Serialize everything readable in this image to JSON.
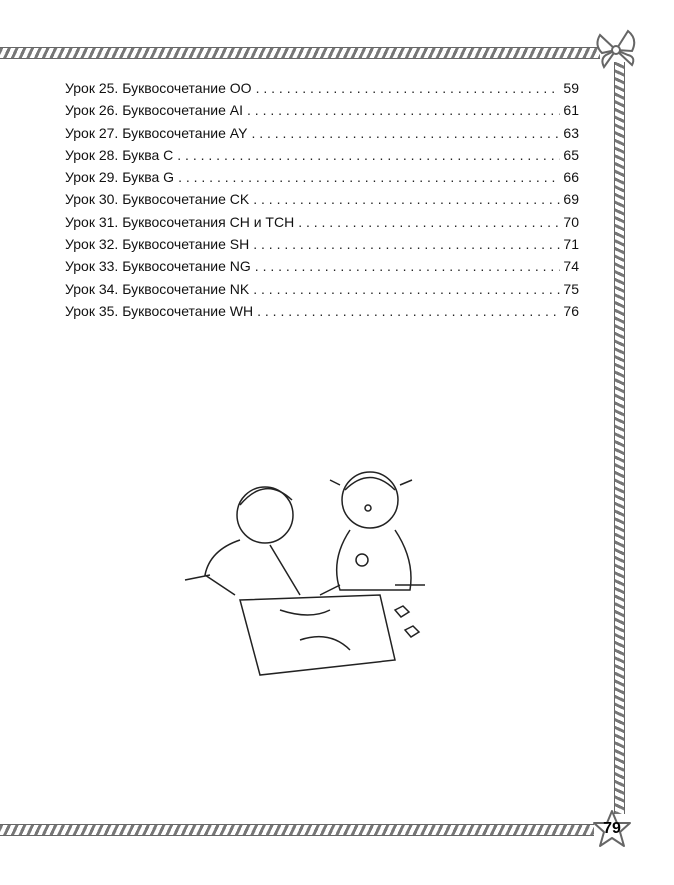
{
  "toc": [
    {
      "title": "Урок 25. Буквосочетание OO",
      "page": "59"
    },
    {
      "title": "Урок 26. Буквосочетание AI",
      "page": "61"
    },
    {
      "title": "Урок 27. Буквосочетание AY",
      "page": "63"
    },
    {
      "title": "Урок 28. Буква C",
      "page": "65"
    },
    {
      "title": "Урок 29. Буква G",
      "page": "66"
    },
    {
      "title": "Урок 30. Буквосочетание CK",
      "page": "69"
    },
    {
      "title": "Урок 31. Буквосочетания CH и TCH",
      "page": "70"
    },
    {
      "title": "Урок 32. Буквосочетание SH",
      "page": "71"
    },
    {
      "title": "Урок 33. Буквосочетание NG",
      "page": "74"
    },
    {
      "title": "Урок 34. Буквосочетание NK",
      "page": "75"
    },
    {
      "title": "Урок 35. Буквосочетание WH",
      "page": "76"
    }
  ],
  "page_number": "79"
}
